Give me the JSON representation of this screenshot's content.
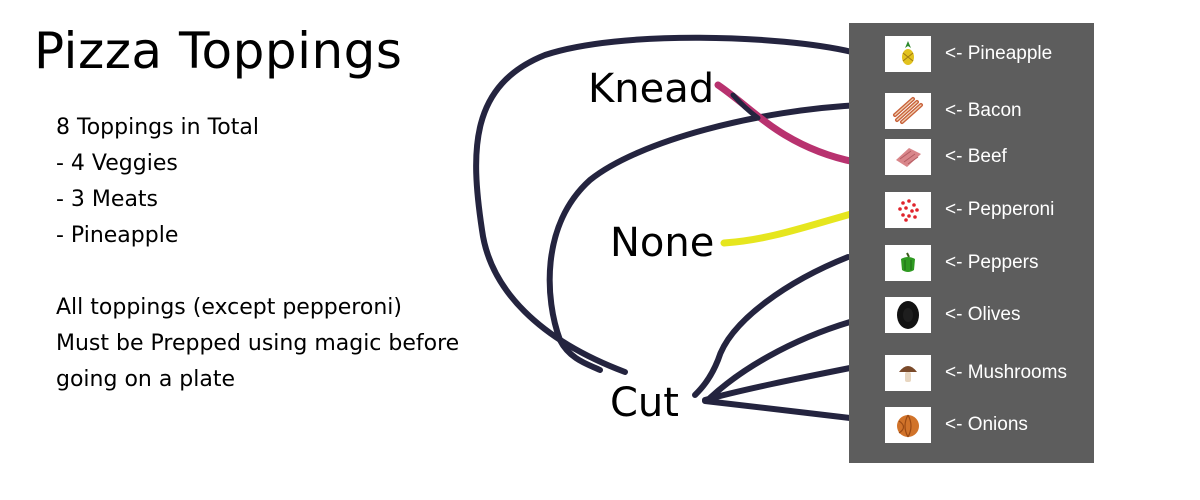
{
  "title": "Pizza Toppings",
  "summary": [
    "8 Toppings in Total",
    "- 4 Veggies",
    "- 3 Meats",
    "- Pineapple"
  ],
  "note": [
    "All toppings (except pepperoni)",
    "Must be Prepped using magic before",
    "going on a plate"
  ],
  "actions": {
    "knead": "Knead",
    "none": "None",
    "cut": "Cut"
  },
  "toppings": [
    {
      "label": "<- Pineapple",
      "icon": "pineapple-icon"
    },
    {
      "label": "<- Bacon",
      "icon": "bacon-icon"
    },
    {
      "label": "<- Beef",
      "icon": "beef-icon"
    },
    {
      "label": "<- Pepperoni",
      "icon": "pepperoni-icon"
    },
    {
      "label": "<- Peppers",
      "icon": "pepper-icon"
    },
    {
      "label": "<- Olives",
      "icon": "olive-icon"
    },
    {
      "label": "<- Mushrooms",
      "icon": "mushroom-icon"
    },
    {
      "label": "<- Onions",
      "icon": "onion-icon"
    }
  ],
  "colors": {
    "panel": "#5d5d5d",
    "cut_stroke": "#24243f",
    "knead_stroke": "#b8326f",
    "none_stroke": "#e6e61e"
  }
}
